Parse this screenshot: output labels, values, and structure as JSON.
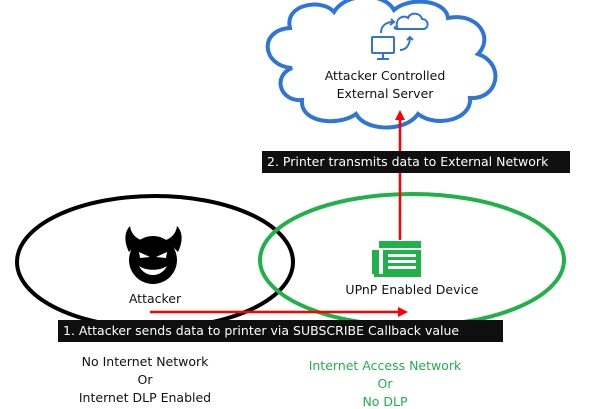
{
  "colors": {
    "cloud_outline": "#2e75d6",
    "attacker_circle": "#000000",
    "internet_circle": "#21b14a",
    "arrow": "#ff0000",
    "callout_bg": "#0f0f0f",
    "callout_text": "#ffffff",
    "green_text": "#21b14a",
    "printer": "#21b14a",
    "server_icon": "#2e75d6"
  },
  "icons": {
    "server": "computer-cloud-sync-icon",
    "attacker": "devil-face-icon",
    "device": "printer-icon"
  },
  "cloud": {
    "line1": "Attacker Controlled",
    "line2": "External Server"
  },
  "step2": {
    "text": "2. Printer transmits data to External Network"
  },
  "step1": {
    "text": "1. Attacker sends data to printer via SUBSCRIBE Callback value"
  },
  "attacker": {
    "label": "Attacker"
  },
  "device": {
    "label": "UPnP Enabled Device"
  },
  "left_network": {
    "line1": "No Internet Network",
    "line2": "Or",
    "line3": "Internet DLP Enabled"
  },
  "right_network": {
    "line1": "Internet Access Network",
    "line2": "Or",
    "line3": "No DLP"
  }
}
